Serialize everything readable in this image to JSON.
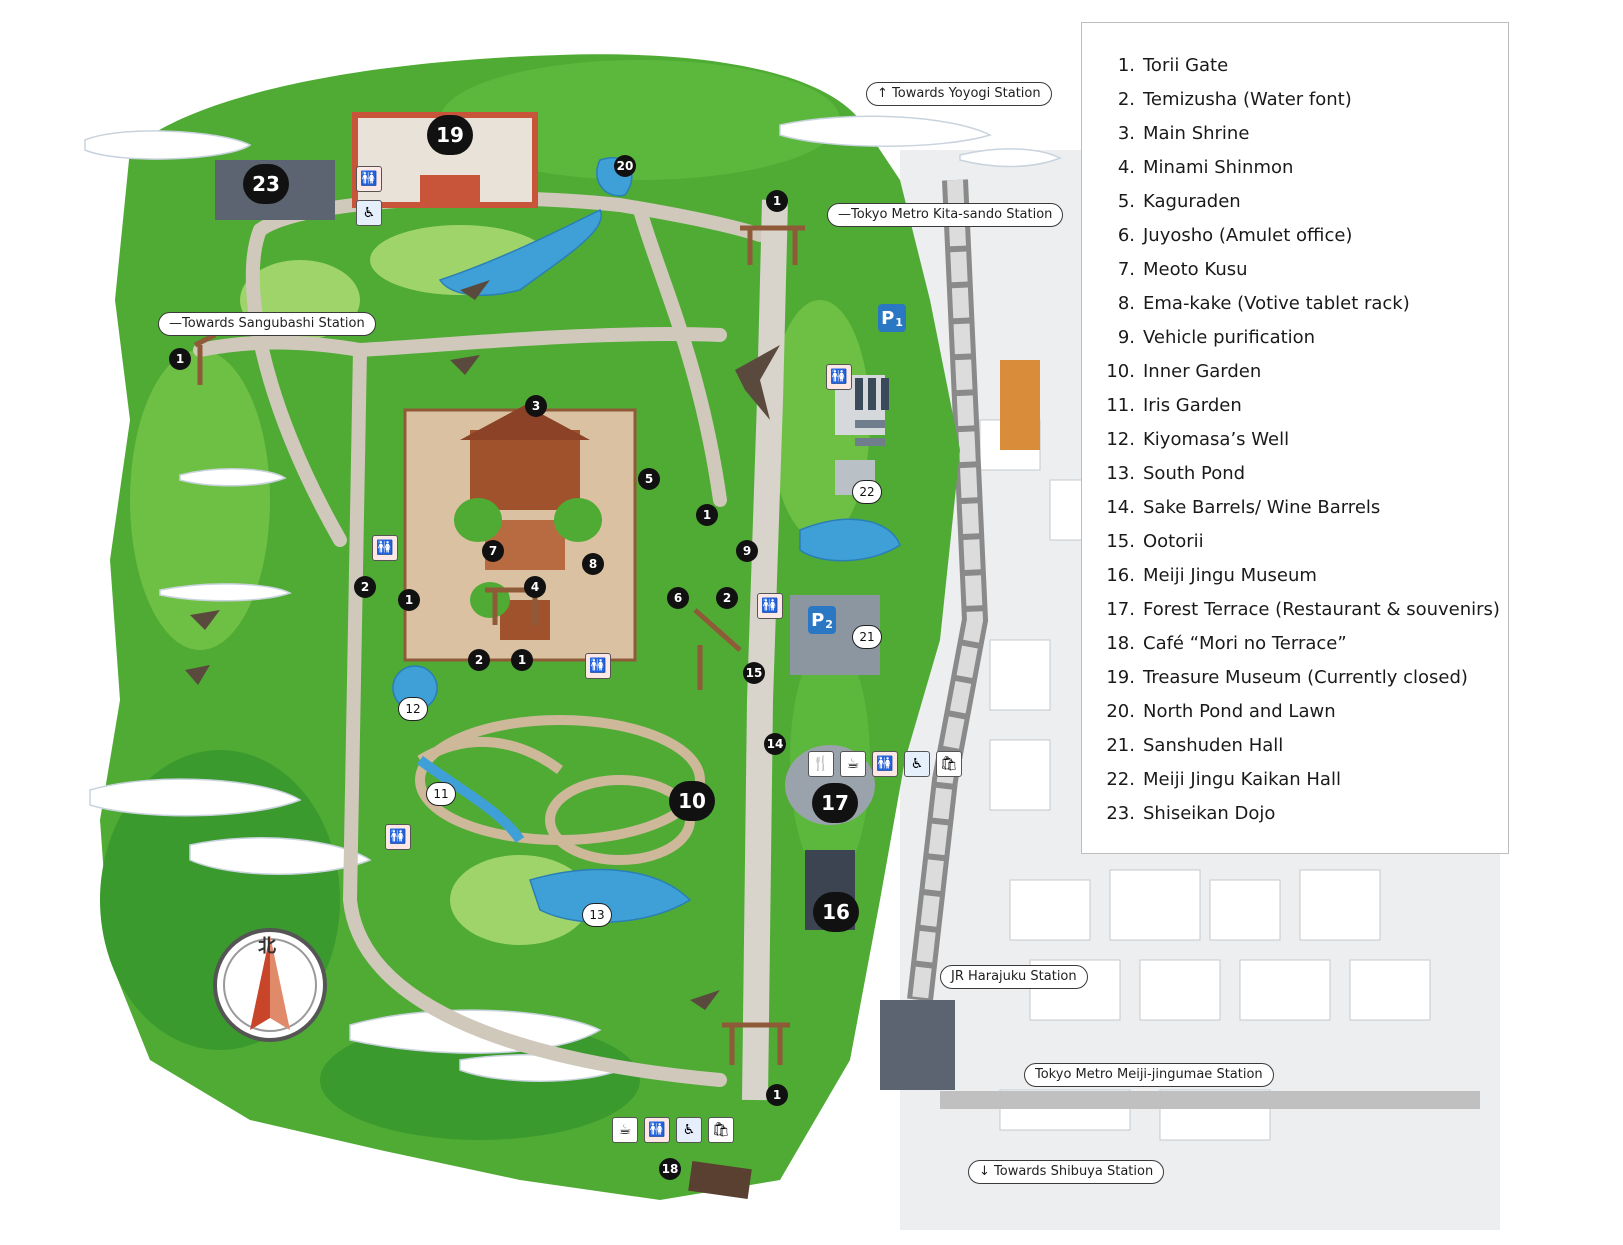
{
  "stations": {
    "yoyogi": "↑ Towards Yoyogi Station",
    "kitasando": "—Tokyo Metro Kita-sando Station",
    "sangubashi": "—Towards Sangubashi Station",
    "harajuku": "JR Harajuku Station",
    "meijijingumae": "Tokyo Metro Meiji-jingumae Station",
    "shibuya": "↓ Towards Shibuya Station"
  },
  "compass": {
    "north_label": "北"
  },
  "parking": [
    {
      "letter": "P",
      "sub": "1"
    },
    {
      "letter": "P",
      "sub": "2"
    }
  ],
  "markers": {
    "m1a": "1",
    "m1b": "1",
    "m1c": "1",
    "m1d": "1",
    "m1e": "1",
    "m1f": "1",
    "m2a": "2",
    "m2b": "2",
    "m2c": "2",
    "m3": "3",
    "m4": "4",
    "m5": "5",
    "m6": "6",
    "m7": "7",
    "m8": "8",
    "m9": "9",
    "m10": "10",
    "m11": "11",
    "m12": "12",
    "m13": "13",
    "m14": "14",
    "m15": "15",
    "m16": "16",
    "m17": "17",
    "m18": "18",
    "m19": "19",
    "m20": "20",
    "m21": "21",
    "m22": "22",
    "m23": "23"
  },
  "legend": {
    "items": [
      {
        "num": "1.",
        "name": "Torii Gate"
      },
      {
        "num": "2.",
        "name": "Temizusha (Water font)"
      },
      {
        "num": "3.",
        "name": "Main Shrine"
      },
      {
        "num": "4.",
        "name": "Minami Shinmon"
      },
      {
        "num": "5.",
        "name": "Kaguraden"
      },
      {
        "num": "6.",
        "name": "Juyosho (Amulet office)"
      },
      {
        "num": "7.",
        "name": "Meoto Kusu"
      },
      {
        "num": "8.",
        "name": "Ema-kake (Votive tablet rack)"
      },
      {
        "num": "9.",
        "name": "Vehicle purification"
      },
      {
        "num": "10.",
        "name": "Inner Garden"
      },
      {
        "num": "11.",
        "name": "Iris Garden"
      },
      {
        "num": "12.",
        "name": "Kiyomasa’s Well"
      },
      {
        "num": "13.",
        "name": "South Pond"
      },
      {
        "num": "14.",
        "name": "Sake Barrels/ Wine Barrels"
      },
      {
        "num": "15.",
        "name": "Ootorii"
      },
      {
        "num": "16.",
        "name": "Meiji Jingu Museum"
      },
      {
        "num": "17.",
        "name": "Forest Terrace (Restaurant & souvenirs)"
      },
      {
        "num": "18.",
        "name": "Café “Mori no Terrace”"
      },
      {
        "num": "19.",
        "name": "Treasure Museum (Currently closed)"
      },
      {
        "num": "20.",
        "name": "North Pond and Lawn"
      },
      {
        "num": "21.",
        "name": "Sanshuden Hall"
      },
      {
        "num": "22.",
        "name": "Meiji Jingu Kaikan Hall"
      },
      {
        "num": "23.",
        "name": "Shiseikan Dojo"
      }
    ]
  },
  "colors": {
    "forest_dark": "#2f8a2c",
    "forest": "#5cb83a",
    "forest_light": "#9fd46a",
    "path": "#c9c3b8",
    "road": "#a8a8a8",
    "water": "#3fa0d8",
    "roof_red": "#c8553a",
    "building_brown": "#a86a45",
    "parking_blue": "#2a78c4"
  },
  "facility_icons": [
    "restroom-icon",
    "wheelchair-icon",
    "restaurant-icon",
    "cafe-icon",
    "shop-icon"
  ]
}
